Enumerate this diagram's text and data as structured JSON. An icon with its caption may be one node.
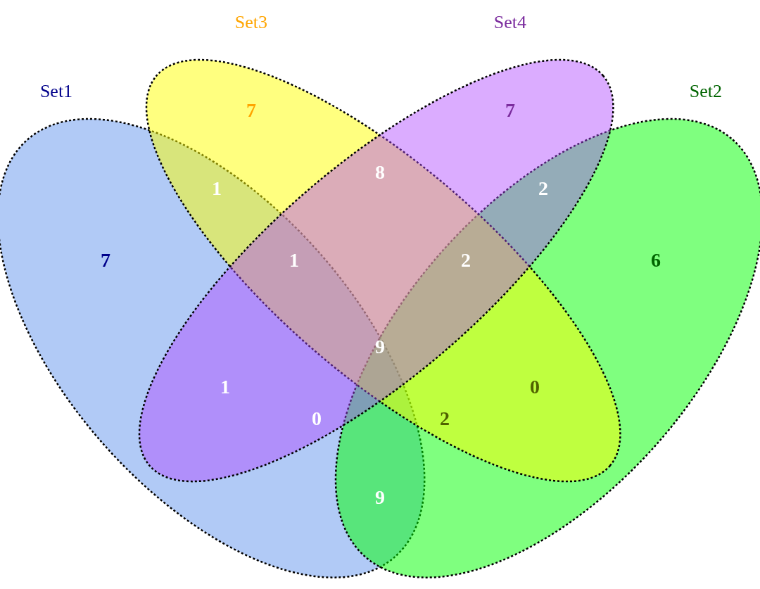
{
  "diagram": {
    "nodes": [
      {
        "text": [
          "Set3"
        ]
      },
      {
        "text": [
          "Set4"
        ]
      },
      {
        "text": [
          "Set1"
        ]
      },
      {
        "text": [
          "Set2"
        ]
      }
    ],
    "labels": [
      "7",
      "7",
      "8",
      "1",
      "2",
      "7",
      "1",
      "2",
      "6",
      "9",
      "1",
      "0",
      "0",
      "2",
      "9"
    ]
  }
}
